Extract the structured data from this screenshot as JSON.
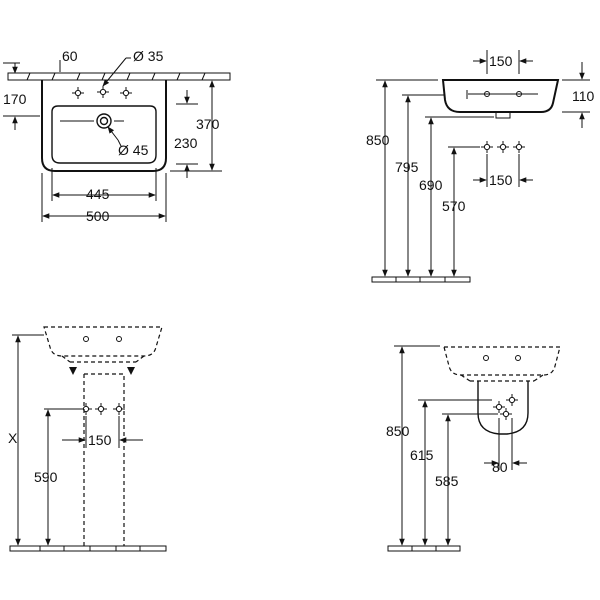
{
  "top_view": {
    "dims": {
      "d60": "60",
      "d35": "Ø 35",
      "d170": "170",
      "d370": "370",
      "d230": "230",
      "d45": "Ø 45",
      "d445": "445",
      "d500": "500"
    }
  },
  "side_view": {
    "dims": {
      "d150_top": "150",
      "d110": "110",
      "d850": "850",
      "d795": "795",
      "d690": "690",
      "d570": "570",
      "d150_mid": "150"
    }
  },
  "pedestal_view": {
    "dims": {
      "dx": "X",
      "d590": "590",
      "d150": "150"
    }
  },
  "semi_pedestal_view": {
    "dims": {
      "d850": "850",
      "d615": "615",
      "d585": "585",
      "d80": "80"
    }
  }
}
